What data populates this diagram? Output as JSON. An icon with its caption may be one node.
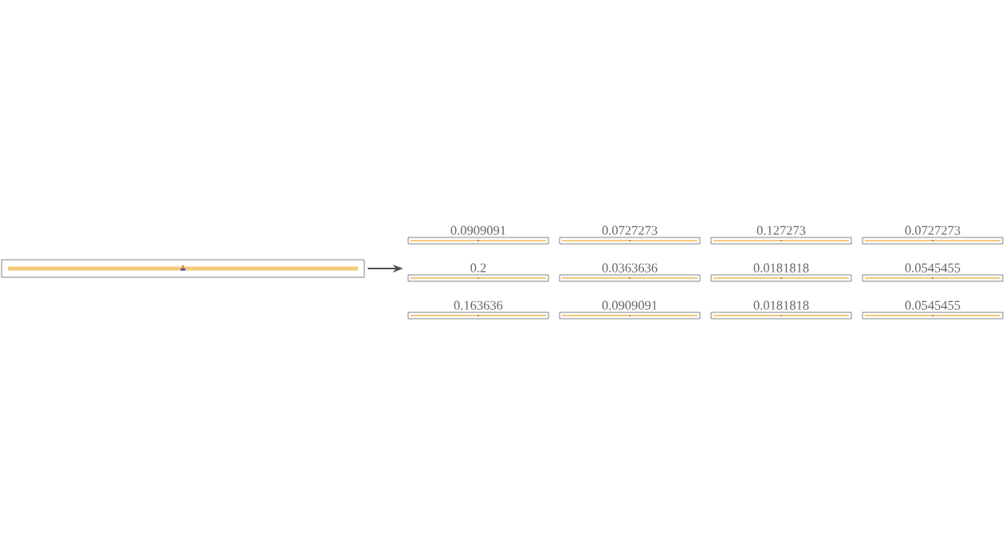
{
  "diagram": {
    "nodes": [
      {
        "text": [],
        "shape": "box"
      },
      {
        "text": [
          "0.0909091"
        ]
      },
      {
        "text": [
          "0.0727273"
        ]
      },
      {
        "text": [
          "0.127273"
        ]
      },
      {
        "text": [
          "0.0727273"
        ]
      },
      {
        "text": [
          "0.2"
        ]
      },
      {
        "text": [
          "0.0363636"
        ]
      },
      {
        "text": [
          "0.0181818"
        ]
      },
      {
        "text": [
          "0.0545455"
        ]
      },
      {
        "text": [
          "0.163636"
        ]
      },
      {
        "text": [
          "0.0909091"
        ]
      },
      {
        "text": [
          "0.0181818"
        ]
      },
      {
        "text": [
          "0.0545455"
        ]
      }
    ],
    "edges": [
      {
        "from": 0,
        "to": 5,
        "arrow": "to"
      }
    ]
  }
}
